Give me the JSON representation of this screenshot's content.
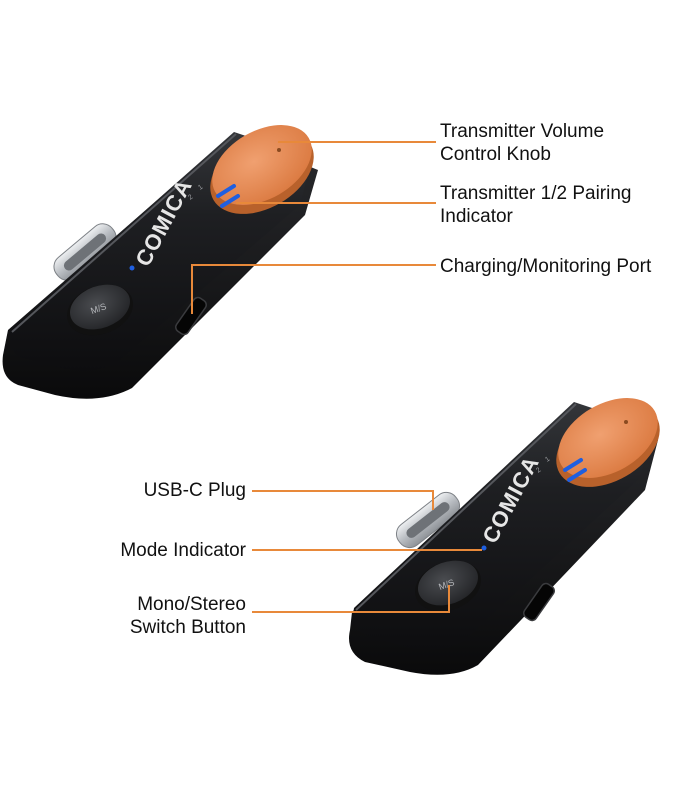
{
  "callouts": {
    "volume_knob": "Transmitter Volume\nControl Knob",
    "pairing_indicator": "Transmitter 1/2 Pairing\nIndicator",
    "charging_port": "Charging/Monitoring Port",
    "usbc_plug": "USB-C Plug",
    "mode_indicator": "Mode Indicator",
    "mono_stereo_button": "Mono/Stereo\nSwitch Button"
  },
  "device": {
    "brand": "COMICA",
    "button_text": "M/S",
    "channel_1": "1",
    "channel_2": "2"
  },
  "colors": {
    "body": "#1b1c1e",
    "knob": "#e8894e",
    "leader_line": "#e8893a",
    "led": "#1f5fe0",
    "brand_accent": "#f08a2e",
    "plug": "#c9ccd0"
  }
}
